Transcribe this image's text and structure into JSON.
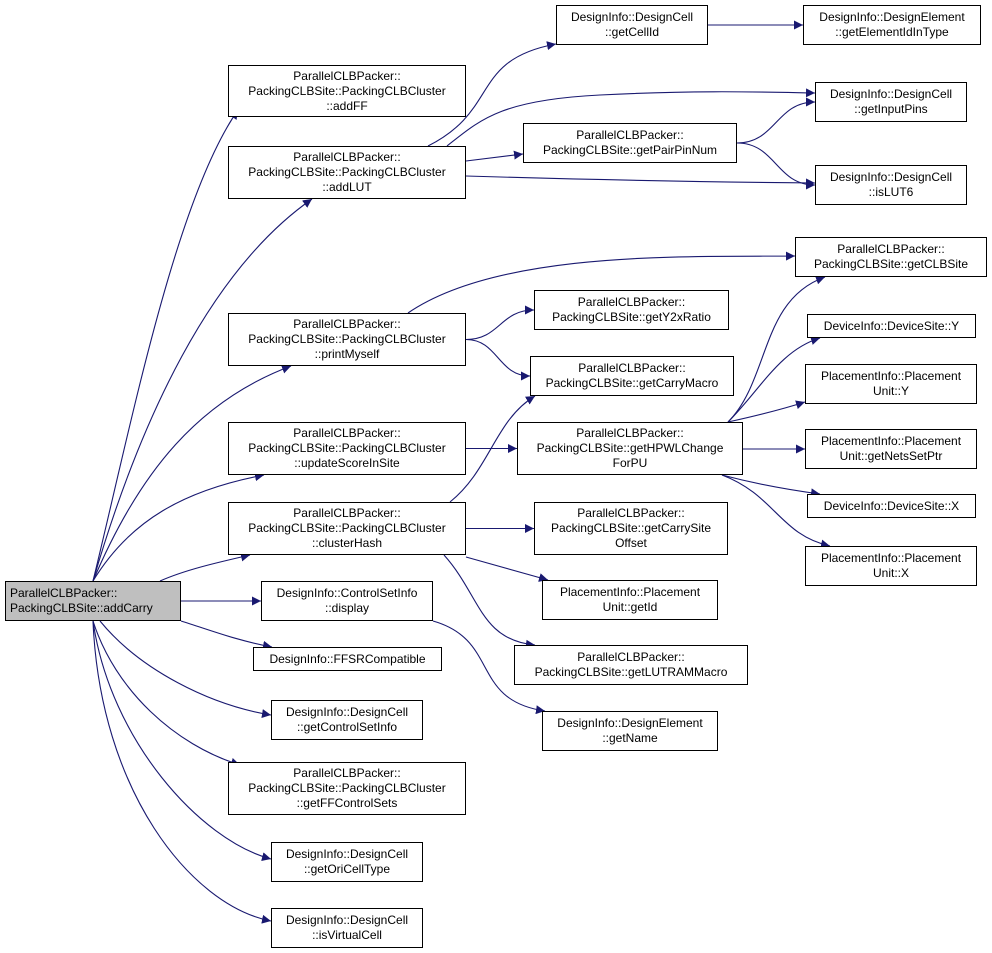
{
  "colors": {
    "edge": "#191970",
    "root_fill": "#bfbfbf",
    "node_fill": "#ffffff",
    "node_border": "#000000"
  },
  "nodes": [
    {
      "id": "addCarry",
      "lines": [
        "ParallelCLBPacker::",
        "PackingCLBSite::addCarry"
      ],
      "root": true
    },
    {
      "id": "addFF",
      "lines": [
        "ParallelCLBPacker::",
        "PackingCLBSite::PackingCLBCluster",
        "::addFF"
      ]
    },
    {
      "id": "addLUT",
      "lines": [
        "ParallelCLBPacker::",
        "PackingCLBSite::PackingCLBCluster",
        "::addLUT"
      ]
    },
    {
      "id": "printMyself",
      "lines": [
        "ParallelCLBPacker::",
        "PackingCLBSite::PackingCLBCluster",
        "::printMyself"
      ]
    },
    {
      "id": "updateScoreInSite",
      "lines": [
        "ParallelCLBPacker::",
        "PackingCLBSite::PackingCLBCluster",
        "::updateScoreInSite"
      ]
    },
    {
      "id": "clusterHash",
      "lines": [
        "ParallelCLBPacker::",
        "PackingCLBSite::PackingCLBCluster",
        "::clusterHash"
      ]
    },
    {
      "id": "display",
      "lines": [
        "DesignInfo::ControlSetInfo",
        "::display"
      ]
    },
    {
      "id": "FFSRCompatible",
      "lines": [
        "DesignInfo::FFSRCompatible"
      ]
    },
    {
      "id": "getControlSetInfo",
      "lines": [
        "DesignInfo::DesignCell",
        "::getControlSetInfo"
      ]
    },
    {
      "id": "getFFControlSets",
      "lines": [
        "ParallelCLBPacker::",
        "PackingCLBSite::PackingCLBCluster",
        "::getFFControlSets"
      ]
    },
    {
      "id": "getOriCellType",
      "lines": [
        "DesignInfo::DesignCell",
        "::getOriCellType"
      ]
    },
    {
      "id": "isVirtualCell",
      "lines": [
        "DesignInfo::DesignCell",
        "::isVirtualCell"
      ]
    },
    {
      "id": "getCellId",
      "lines": [
        "DesignInfo::DesignCell",
        "::getCellId"
      ]
    },
    {
      "id": "getElementIdInType",
      "lines": [
        "DesignInfo::DesignElement",
        "::getElementIdInType"
      ]
    },
    {
      "id": "getInputPins",
      "lines": [
        "DesignInfo::DesignCell",
        "::getInputPins"
      ]
    },
    {
      "id": "getPairPinNum",
      "lines": [
        "ParallelCLBPacker::",
        "PackingCLBSite::getPairPinNum"
      ]
    },
    {
      "id": "isLUT6",
      "lines": [
        "DesignInfo::DesignCell",
        "::isLUT6"
      ]
    },
    {
      "id": "getCLBSite",
      "lines": [
        "ParallelCLBPacker::",
        "PackingCLBSite::getCLBSite"
      ]
    },
    {
      "id": "getY2xRatio",
      "lines": [
        "ParallelCLBPacker::",
        "PackingCLBSite::getY2xRatio"
      ]
    },
    {
      "id": "getCarryMacro",
      "lines": [
        "ParallelCLBPacker::",
        "PackingCLBSite::getCarryMacro"
      ]
    },
    {
      "id": "getHPWLChangeForPU",
      "lines": [
        "ParallelCLBPacker::",
        "PackingCLBSite::getHPWLChange",
        "ForPU"
      ]
    },
    {
      "id": "getCarrySiteOffset",
      "lines": [
        "ParallelCLBPacker::",
        "PackingCLBSite::getCarrySite",
        "Offset"
      ]
    },
    {
      "id": "getId",
      "lines": [
        "PlacementInfo::Placement",
        "Unit::getId"
      ]
    },
    {
      "id": "getLUTRAMMacro",
      "lines": [
        "ParallelCLBPacker::",
        "PackingCLBSite::getLUTRAMMacro"
      ]
    },
    {
      "id": "getName",
      "lines": [
        "DesignInfo::DesignElement",
        "::getName"
      ]
    },
    {
      "id": "DeviceSiteY",
      "lines": [
        "DeviceInfo::DeviceSite::Y"
      ]
    },
    {
      "id": "PlacementUnitY",
      "lines": [
        "PlacementInfo::Placement",
        "Unit::Y"
      ]
    },
    {
      "id": "getNetsSetPtr",
      "lines": [
        "PlacementInfo::Placement",
        "Unit::getNetsSetPtr"
      ]
    },
    {
      "id": "DeviceSiteX",
      "lines": [
        "DeviceInfo::DeviceSite::X"
      ]
    },
    {
      "id": "PlacementUnitX",
      "lines": [
        "PlacementInfo::Placement",
        "Unit::X"
      ]
    }
  ],
  "edges": [
    [
      "addCarry",
      "addFF"
    ],
    [
      "addCarry",
      "addLUT"
    ],
    [
      "addCarry",
      "printMyself"
    ],
    [
      "addCarry",
      "updateScoreInSite"
    ],
    [
      "addCarry",
      "clusterHash"
    ],
    [
      "addCarry",
      "display"
    ],
    [
      "addCarry",
      "FFSRCompatible"
    ],
    [
      "addCarry",
      "getControlSetInfo"
    ],
    [
      "addCarry",
      "getFFControlSets"
    ],
    [
      "addCarry",
      "getOriCellType"
    ],
    [
      "addCarry",
      "isVirtualCell"
    ],
    [
      "addLUT",
      "getCellId"
    ],
    [
      "addLUT",
      "getInputPins"
    ],
    [
      "addLUT",
      "getPairPinNum"
    ],
    [
      "addLUT",
      "isLUT6"
    ],
    [
      "getCellId",
      "getElementIdInType"
    ],
    [
      "getPairPinNum",
      "getInputPins"
    ],
    [
      "getPairPinNum",
      "isLUT6"
    ],
    [
      "printMyself",
      "getCLBSite"
    ],
    [
      "printMyself",
      "getY2xRatio"
    ],
    [
      "printMyself",
      "getCarryMacro"
    ],
    [
      "updateScoreInSite",
      "getHPWLChangeForPU"
    ],
    [
      "clusterHash",
      "getCarryMacro"
    ],
    [
      "clusterHash",
      "getCarrySiteOffset"
    ],
    [
      "clusterHash",
      "getId"
    ],
    [
      "clusterHash",
      "getLUTRAMMacro"
    ],
    [
      "display",
      "getName"
    ],
    [
      "getHPWLChangeForPU",
      "getCLBSite"
    ],
    [
      "getHPWLChangeForPU",
      "DeviceSiteY"
    ],
    [
      "getHPWLChangeForPU",
      "PlacementUnitY"
    ],
    [
      "getHPWLChangeForPU",
      "getNetsSetPtr"
    ],
    [
      "getHPWLChangeForPU",
      "DeviceSiteX"
    ],
    [
      "getHPWLChangeForPU",
      "PlacementUnitX"
    ]
  ]
}
